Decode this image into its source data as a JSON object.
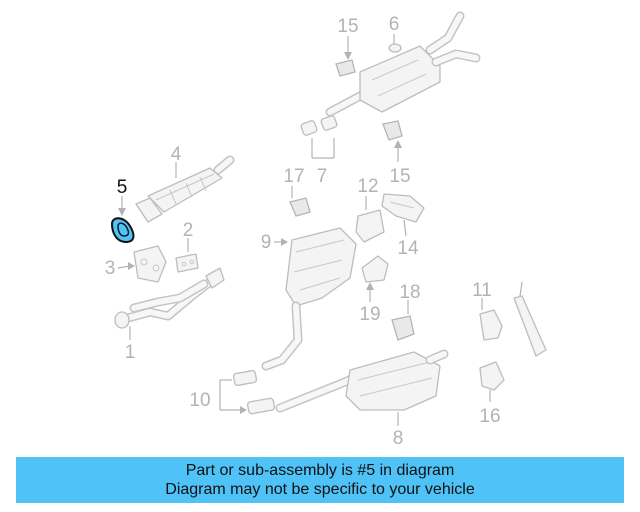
{
  "diagram": {
    "callouts": {
      "c1": "1",
      "c2": "2",
      "c3": "3",
      "c4": "4",
      "c5": "5",
      "c6": "6",
      "c7": "7",
      "c8": "8",
      "c9": "9",
      "c10": "10",
      "c11": "11",
      "c12": "12",
      "c14": "14",
      "c15a": "15",
      "c15b": "15",
      "c16": "16",
      "c17": "17",
      "c18": "18",
      "c19": "19"
    },
    "highlight_part": "5",
    "colors": {
      "highlight_fill": "#4fc3f7",
      "highlight_outline": "#111111",
      "part_stroke": "#bdbdbd",
      "callout_text": "#b3b3b3"
    }
  },
  "banner": {
    "line1": "Part or sub-assembly is #5 in diagram",
    "line2": "Diagram may not be specific to your vehicle",
    "background": "#4fc3f7"
  }
}
